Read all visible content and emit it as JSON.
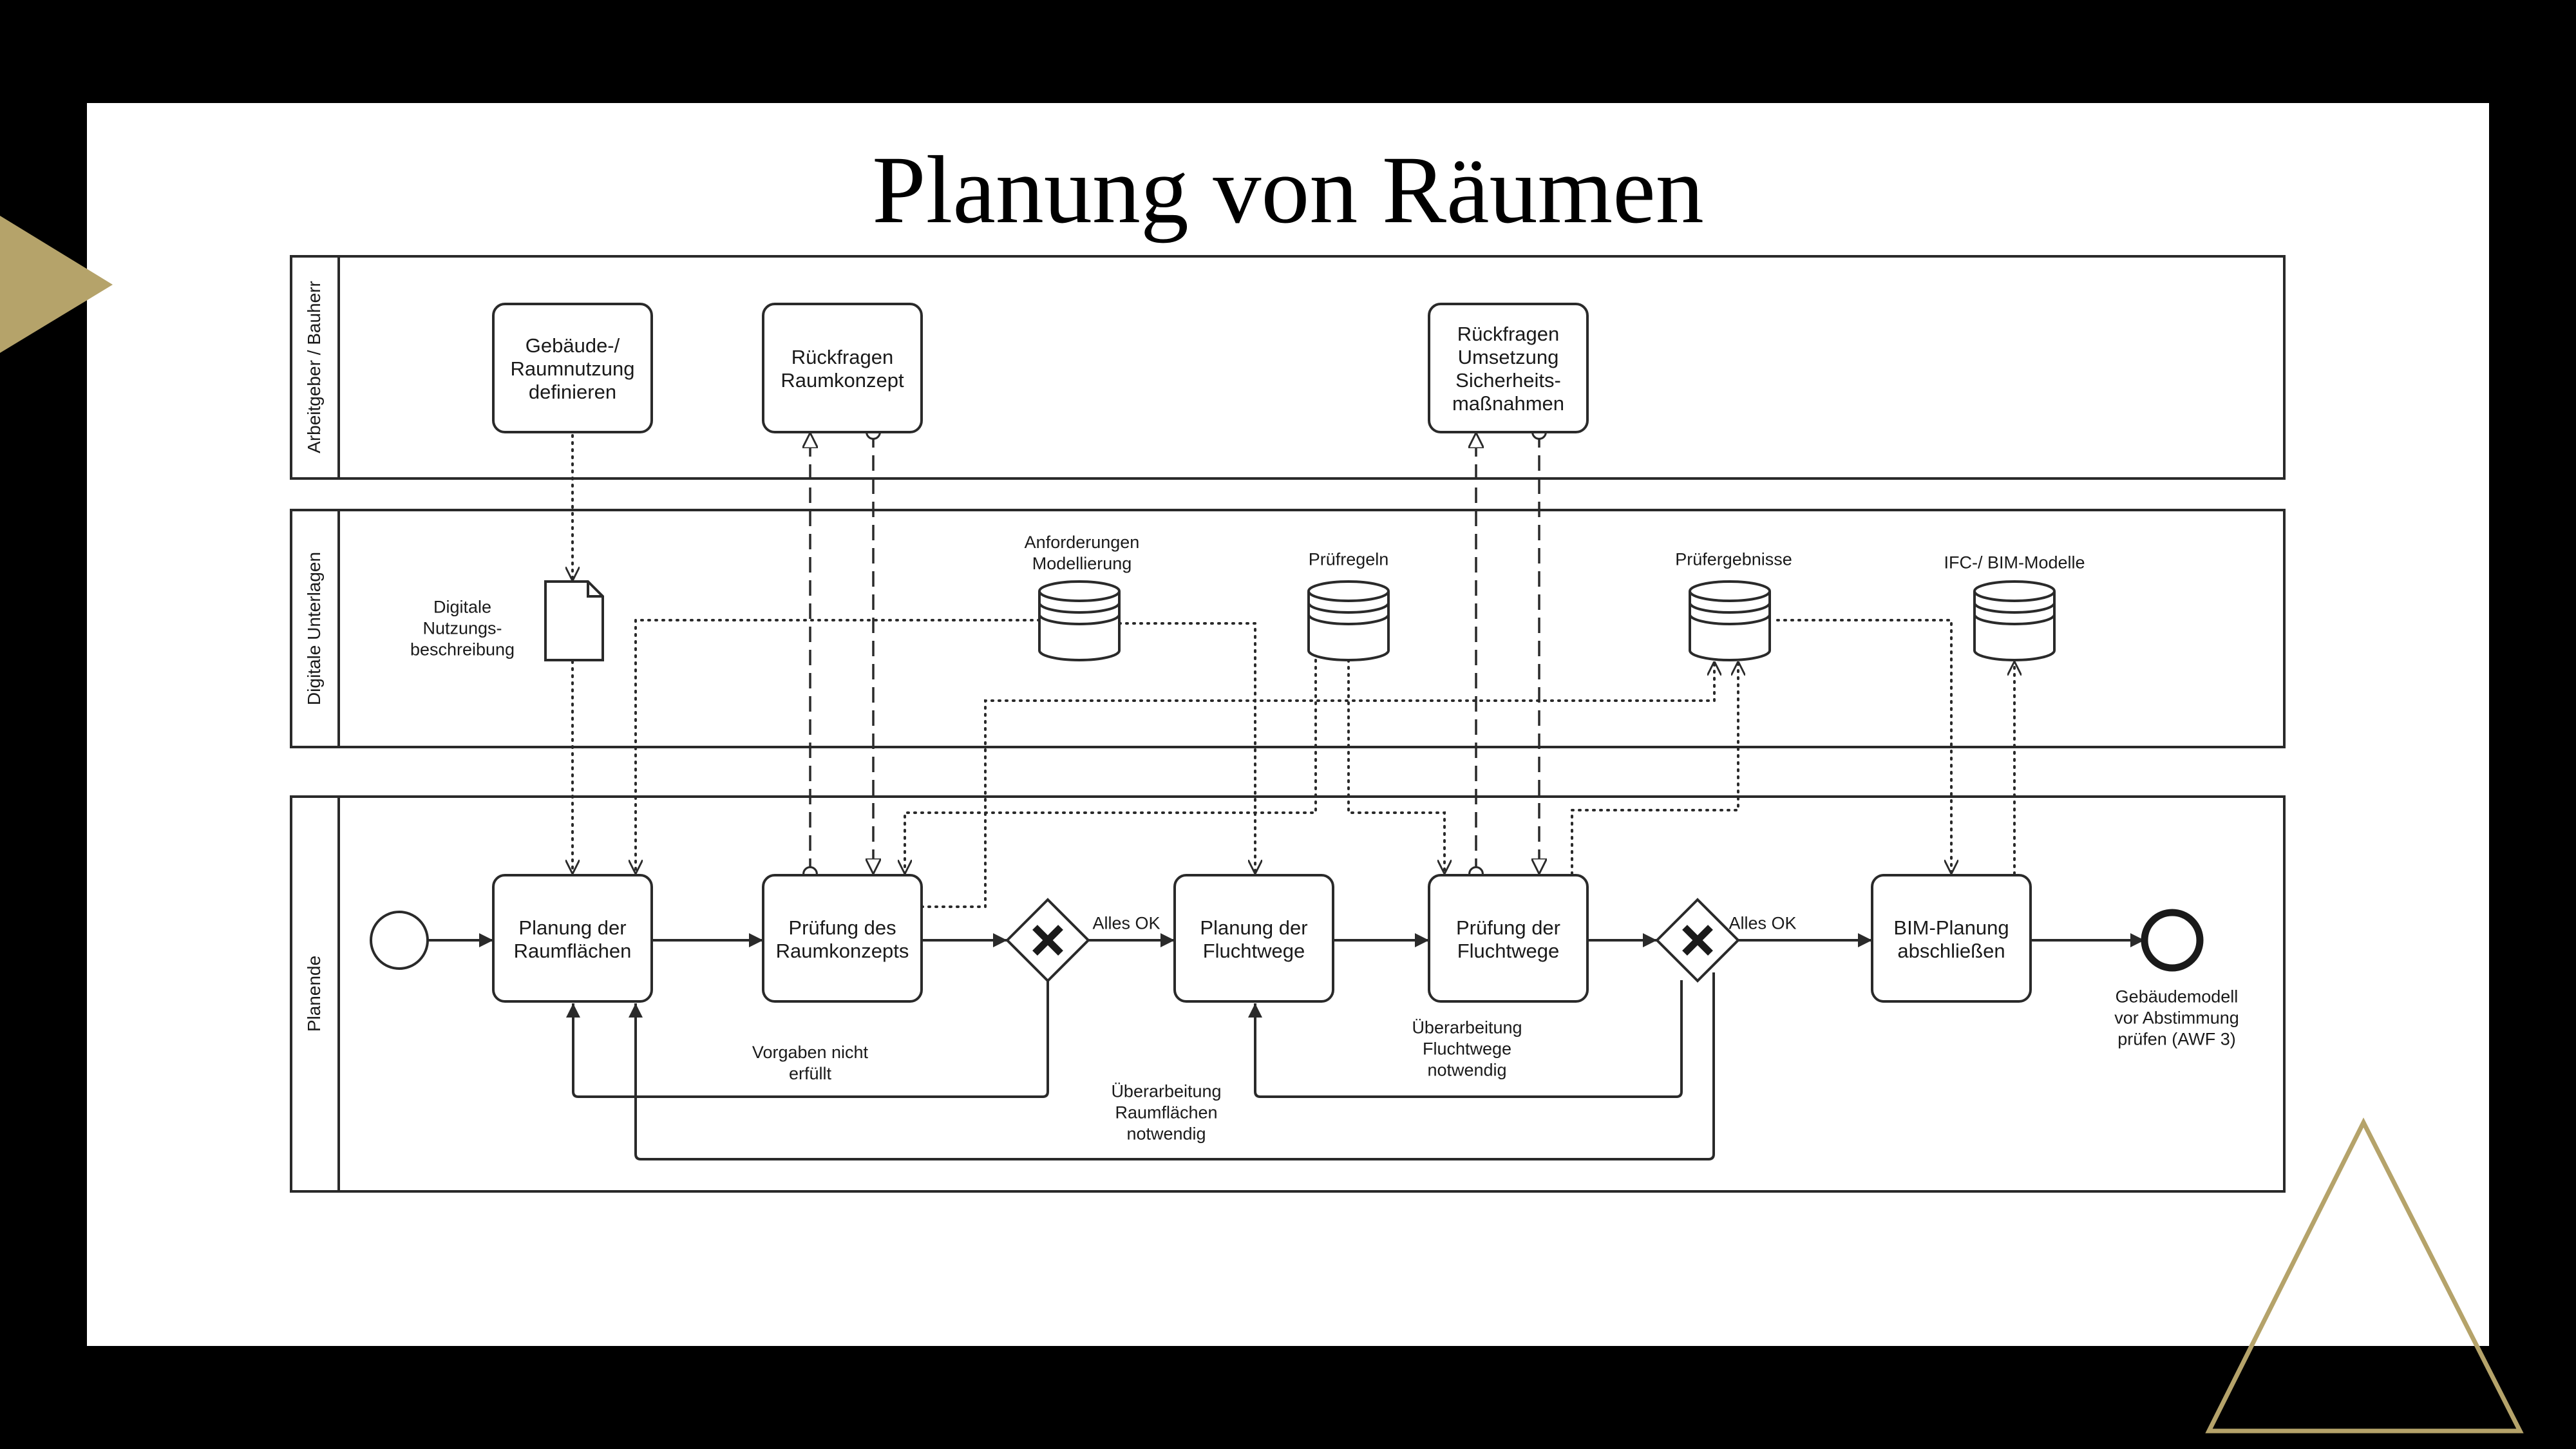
{
  "slide": {
    "title": "Planung von Räumen"
  },
  "colors": {
    "accent_gold": "#b5a36a",
    "stroke": "#2a2a2a"
  },
  "lanes": [
    {
      "id": "bauherr",
      "label": "Arbeitgeber / Bauherr"
    },
    {
      "id": "unterlagen",
      "label": "Digitale Unterlagen"
    },
    {
      "id": "planende",
      "label": "Planende"
    }
  ],
  "tasks": {
    "gebaeude": [
      "Gebäude-/",
      "Raumnutzung",
      "definieren"
    ],
    "rueck_raum": [
      "Rückfragen",
      "Raumkonzept"
    ],
    "rueck_sich": [
      "Rückfragen",
      "Umsetzung",
      "Sicherheits-",
      "maßnahmen"
    ],
    "planung_raum": [
      "Planung der",
      "Raumflächen"
    ],
    "pruef_raum": [
      "Prüfung des",
      "Raumkonzepts"
    ],
    "planung_flucht": [
      "Planung der",
      "Fluchtwege"
    ],
    "pruef_flucht": [
      "Prüfung der",
      "Fluchtwege"
    ],
    "bim": [
      "BIM-Planung",
      "abschließen"
    ]
  },
  "data_objects": {
    "digitale": [
      "Digitale",
      "Nutzungs-",
      "beschreibung"
    ],
    "anforderungen": [
      "Anforderungen",
      "Modellierung"
    ],
    "pruefregeln": [
      "Prüfregeln"
    ],
    "pruefergebnisse": [
      "Prüfergebnisse"
    ],
    "ifc": [
      "IFC-/ BIM-Modelle"
    ]
  },
  "labels": {
    "alles_ok_1": "Alles OK",
    "alles_ok_2": "Alles OK",
    "vorgaben": [
      "Vorgaben nicht",
      "erfüllt"
    ],
    "ueber_raum": [
      "Überarbeitung",
      "Raumflächen",
      "notwendig"
    ],
    "ueber_flucht": [
      "Überarbeitung",
      "Fluchtwege",
      "notwendig"
    ],
    "end_event": [
      "Gebäudemodell",
      "vor Abstimmung",
      "prüfen (AWF 3)"
    ]
  }
}
